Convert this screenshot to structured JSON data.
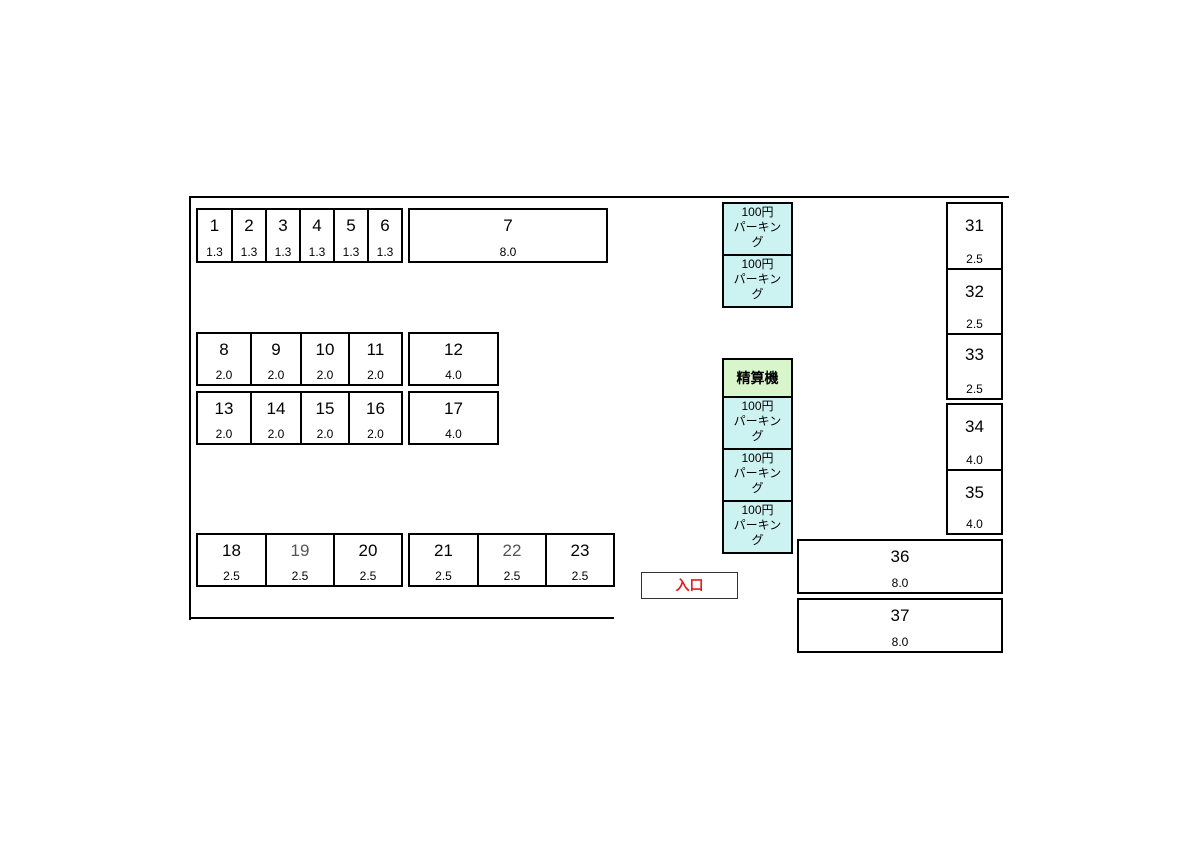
{
  "entrance_label": "入口",
  "paybooth_label": "精算機",
  "parking100": [
    {
      "line1": "100円",
      "line2": "パーキン",
      "line3": "グ"
    },
    {
      "line1": "100円",
      "line2": "パーキン",
      "line3": "グ"
    },
    {
      "line1": "100円",
      "line2": "パーキン",
      "line3": "グ"
    },
    {
      "line1": "100円",
      "line2": "パーキン",
      "line3": "グ"
    },
    {
      "line1": "100円",
      "line2": "パーキン",
      "line3": "グ"
    }
  ],
  "stalls": [
    {
      "num": "1",
      "size": "1.3"
    },
    {
      "num": "2",
      "size": "1.3"
    },
    {
      "num": "3",
      "size": "1.3"
    },
    {
      "num": "4",
      "size": "1.3"
    },
    {
      "num": "5",
      "size": "1.3"
    },
    {
      "num": "6",
      "size": "1.3"
    },
    {
      "num": "7",
      "size": "8.0"
    },
    {
      "num": "8",
      "size": "2.0"
    },
    {
      "num": "9",
      "size": "2.0"
    },
    {
      "num": "10",
      "size": "2.0"
    },
    {
      "num": "11",
      "size": "2.0"
    },
    {
      "num": "12",
      "size": "4.0"
    },
    {
      "num": "13",
      "size": "2.0"
    },
    {
      "num": "14",
      "size": "2.0"
    },
    {
      "num": "15",
      "size": "2.0"
    },
    {
      "num": "16",
      "size": "2.0"
    },
    {
      "num": "17",
      "size": "4.0"
    },
    {
      "num": "18",
      "size": "2.5"
    },
    {
      "num": "19",
      "size": "2.5"
    },
    {
      "num": "20",
      "size": "2.5"
    },
    {
      "num": "21",
      "size": "2.5"
    },
    {
      "num": "22",
      "size": "2.5"
    },
    {
      "num": "23",
      "size": "2.5"
    },
    {
      "num": "31",
      "size": "2.5"
    },
    {
      "num": "32",
      "size": "2.5"
    },
    {
      "num": "33",
      "size": "2.5"
    },
    {
      "num": "34",
      "size": "4.0"
    },
    {
      "num": "35",
      "size": "4.0"
    },
    {
      "num": "36",
      "size": "8.0"
    },
    {
      "num": "37",
      "size": "8.0"
    }
  ],
  "colors": {
    "parking100_bg": "#cdf2f2",
    "paybooth_bg": "#d9f5cc",
    "entrance_text": "#e02020"
  }
}
